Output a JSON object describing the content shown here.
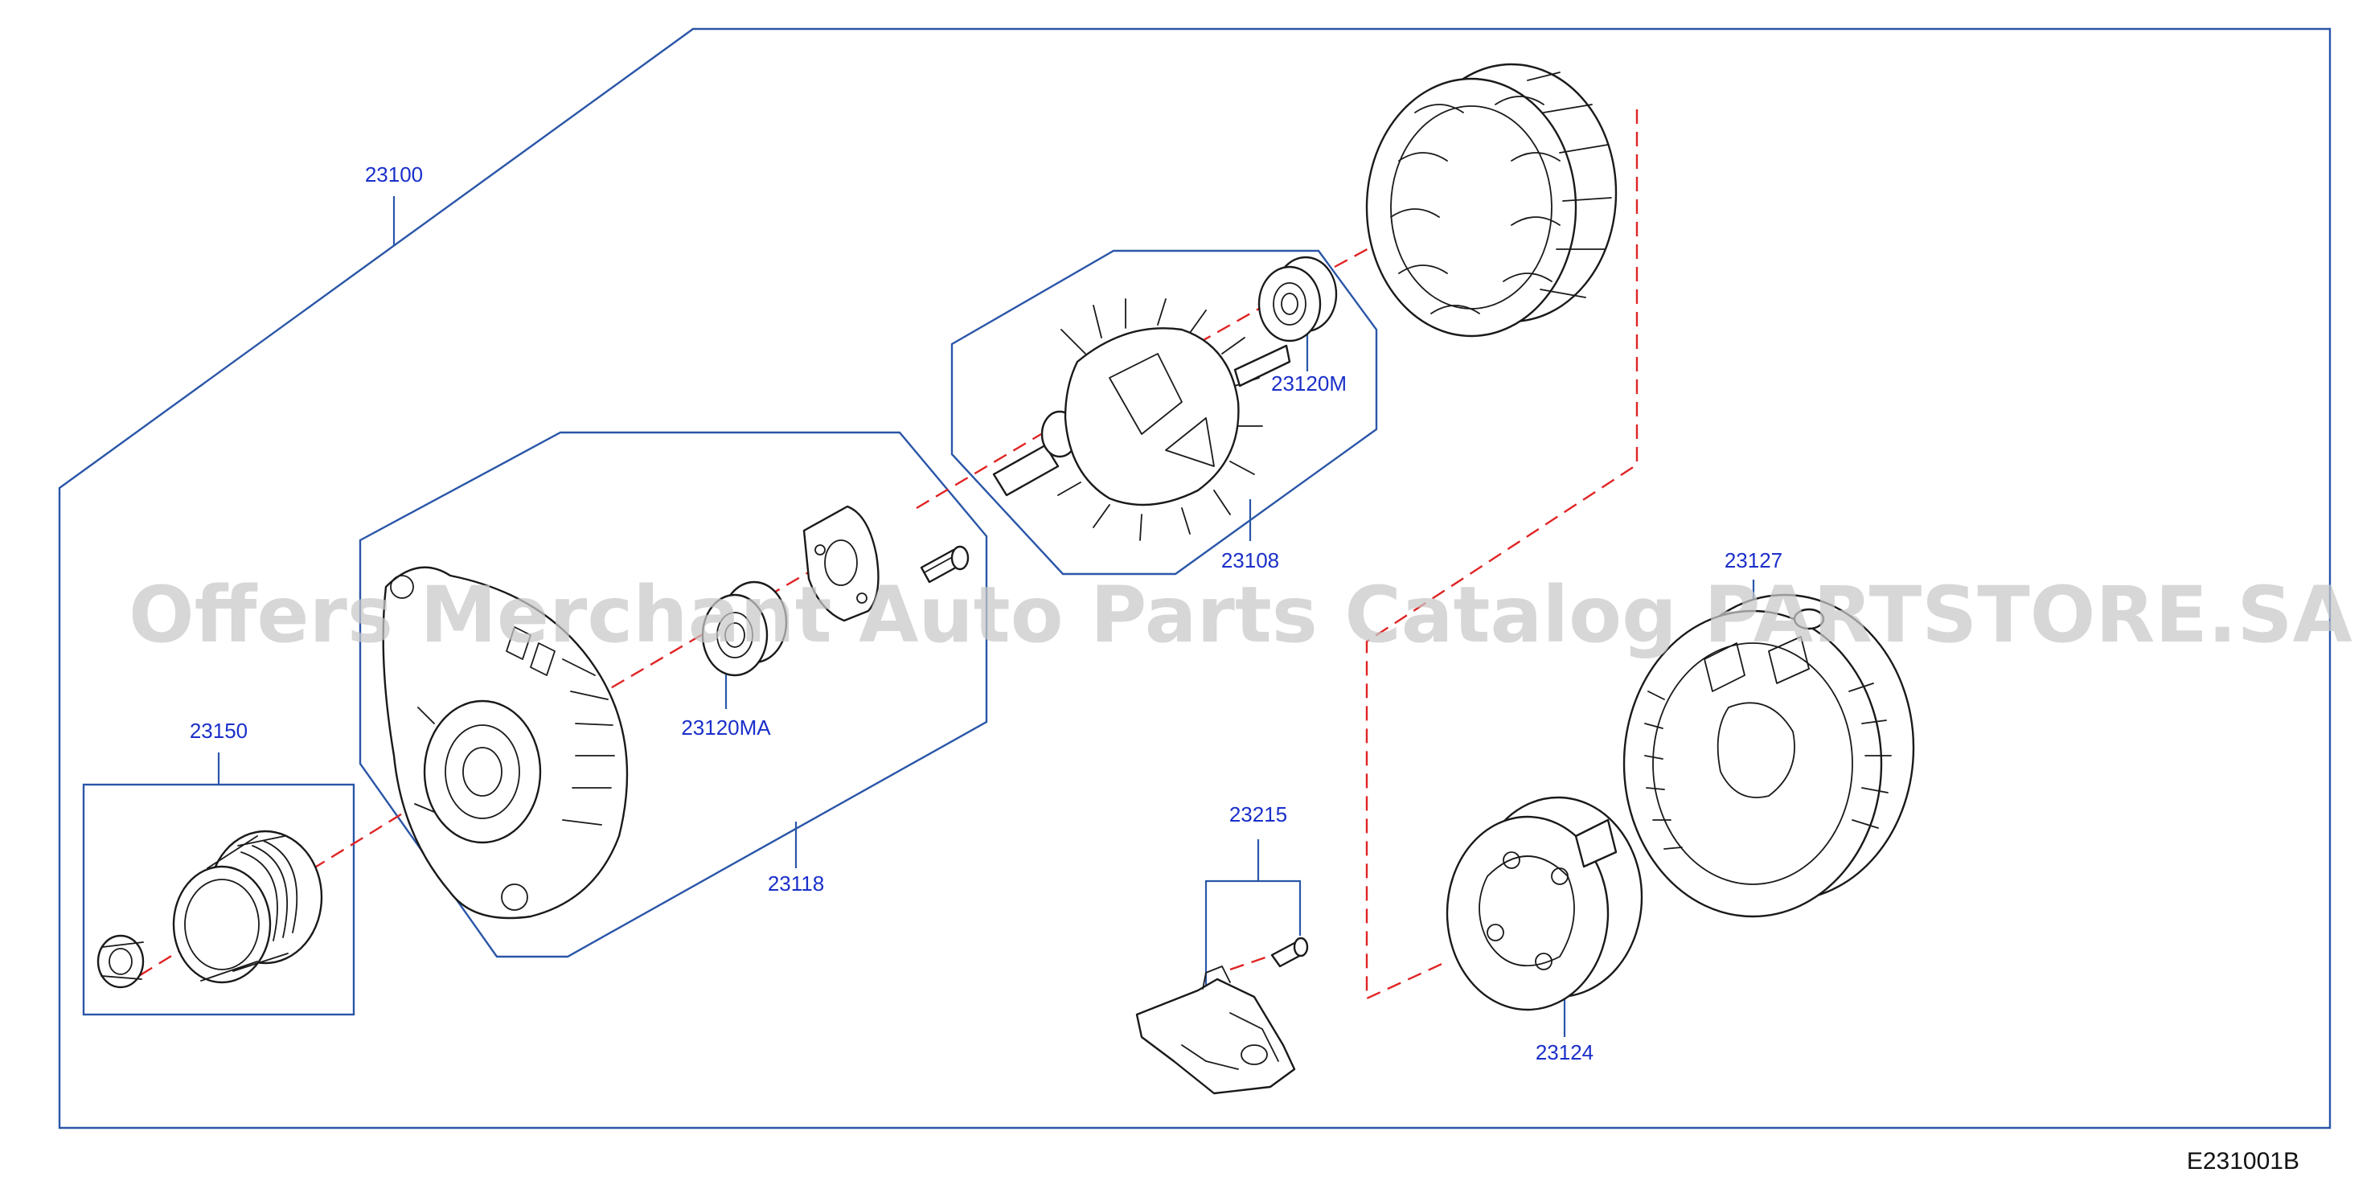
{
  "diagram": {
    "labels": {
      "assembly": "23100",
      "rotor": "23108",
      "bearing_rear": "23120M",
      "bearing_front": "23120MA",
      "front_housing": "23118",
      "pulley": "23150",
      "regulator": "23215",
      "rear_cover": "23127",
      "rectifier": "23124"
    },
    "code": "E231001B",
    "watermark": "Offers Merchant Auto Parts Catalog PARTSTORE.SA",
    "colors": {
      "label": "#1a2fc9",
      "frame": "#2a56a8",
      "axis": "#e02424",
      "part": "#1a1a1a",
      "watermark": "#c9c9c9"
    }
  }
}
